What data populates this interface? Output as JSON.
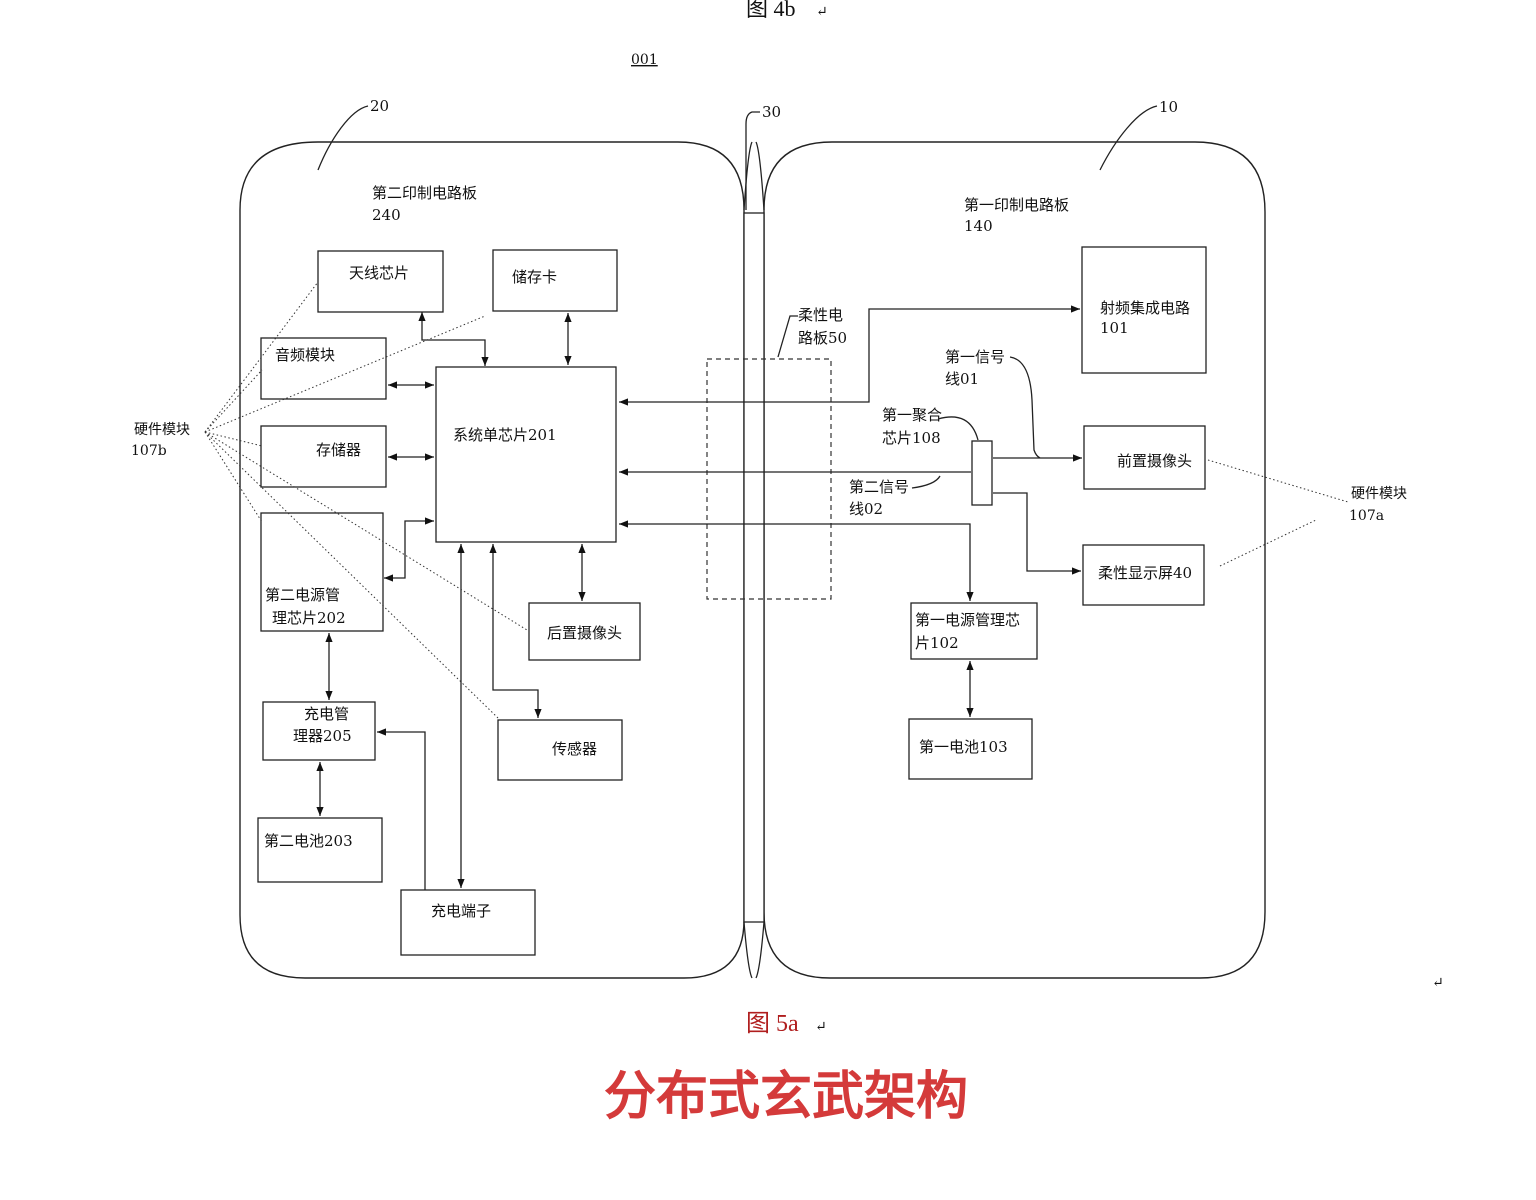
{
  "header": {
    "prev_figure": "图 4b",
    "mark": "↵",
    "ref_001": "001"
  },
  "refs": {
    "r20": "20",
    "r30": "30",
    "r10": "10"
  },
  "left_panel": {
    "pcb": "第二印制电路板",
    "pcb_num": "240",
    "antenna": "天线芯片",
    "storage_card": "储存卡",
    "audio": "音频模块",
    "memory": "存储器",
    "soc": "系统单芯片201",
    "pmic_l1": "第二电源管",
    "pmic_l2": "理芯片202",
    "rear_cam": "后置摄像头",
    "charger_l1": "充电管",
    "charger_l2": "理器205",
    "sensor": "传感器",
    "battery": "第二电池203",
    "charge_port": "充电端子",
    "hw_l1": "硬件模块",
    "hw_l2": "107b"
  },
  "flex_pcb": {
    "l1": "柔性电",
    "l2": "路板50"
  },
  "right_panel": {
    "pcb": "第一印制电路板",
    "pcb_num": "140",
    "rf_l1": "射频集成电路",
    "rf_l2": "101",
    "sig1_l1": "第一信号",
    "sig1_l2": "线01",
    "agg_l1": "第一聚合",
    "agg_l2": "芯片108",
    "front_cam": "前置摄像头",
    "sig2_l1": "第二信号",
    "sig2_l2": "线02",
    "display": "柔性显示屏40",
    "pmic_l1": "第一电源管理芯",
    "pmic_l2": "片102",
    "battery": "第一电池103",
    "hw_l1": "硬件模块",
    "hw_l2": "107a"
  },
  "caption": {
    "figure": "图 5a",
    "mark_right": "↵",
    "title": "分布式玄武架构"
  },
  "colors": {
    "caption": "#b01e1e",
    "title": "#d43a3a",
    "line": "#222222"
  }
}
